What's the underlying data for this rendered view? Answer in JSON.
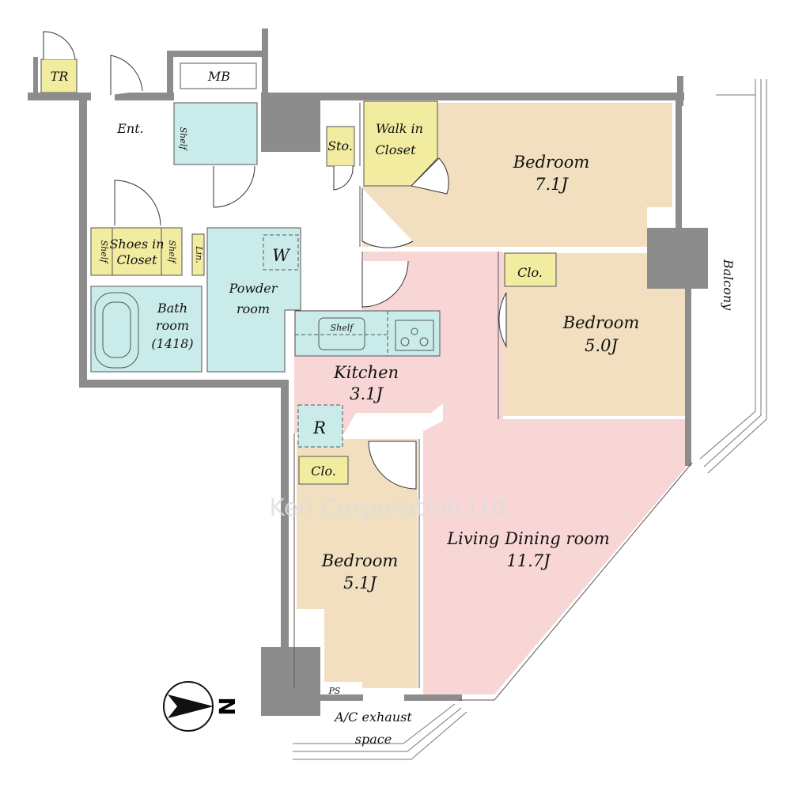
{
  "colors": {
    "wall": "#8c8c8c",
    "bedroom": "#f2dfc0",
    "living": "#f8d6d6",
    "wet": "#c9ecea",
    "closet": "#f1ec9f"
  },
  "rooms": {
    "tr": "TR",
    "mb": "MB",
    "ent": "Ent.",
    "sto": "Sto.",
    "walkin_1": "Walk in",
    "walkin_2": "Closet",
    "bed1_name": "Bedroom",
    "bed1_size": "7.1J",
    "bed2_name": "Bedroom",
    "bed2_size": "5.0J",
    "clo_bed2": "Clo.",
    "bed3_name": "Bedroom",
    "bed3_size": "5.1J",
    "clo_bed3": "Clo.",
    "shoes_1": "Shoes in",
    "shoes_2": "Closet",
    "shelf": "Shelf",
    "lin": "Lin.",
    "washer": "W",
    "powder_1": "Powder",
    "powder_2": "room",
    "bath_1": "Bath",
    "bath_2": "room",
    "bath_3": "(1418)",
    "kitchen_name": "Kitchen",
    "kitchen_size": "3.1J",
    "kitchen_shelf": "Shelf",
    "fridge": "R",
    "living_name": "Living Dining room",
    "living_size": "11.7J",
    "balcony": "Balcony",
    "ps": "PS",
    "ac_1": "A/C exhaust",
    "ac_2": "space"
  },
  "compass": {
    "label": "N"
  },
  "watermark": "Ken Corporation Ltd."
}
